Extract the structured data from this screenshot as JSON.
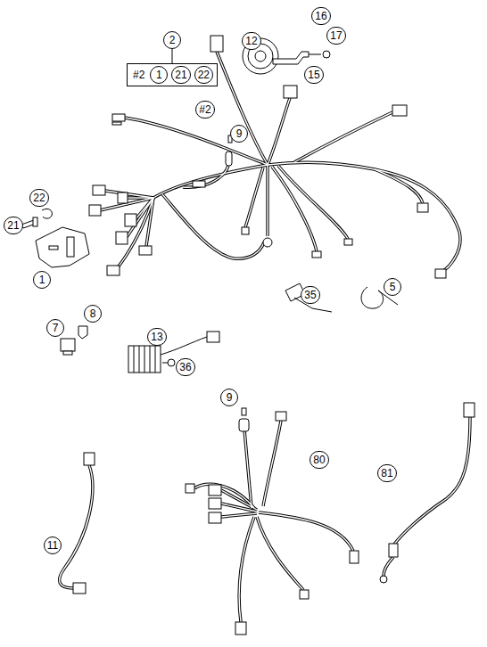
{
  "diagram": {
    "nodes": [
      {
        "text": [
          "#2",
          "1",
          "21",
          "22"
        ]
      }
    ],
    "labels": [
      "2",
      "16",
      "17",
      "12",
      "15",
      "#2",
      "9",
      "22",
      "21",
      "1",
      "35",
      "5",
      "8",
      "7",
      "13",
      "36",
      "9",
      "80",
      "11",
      "81"
    ]
  }
}
